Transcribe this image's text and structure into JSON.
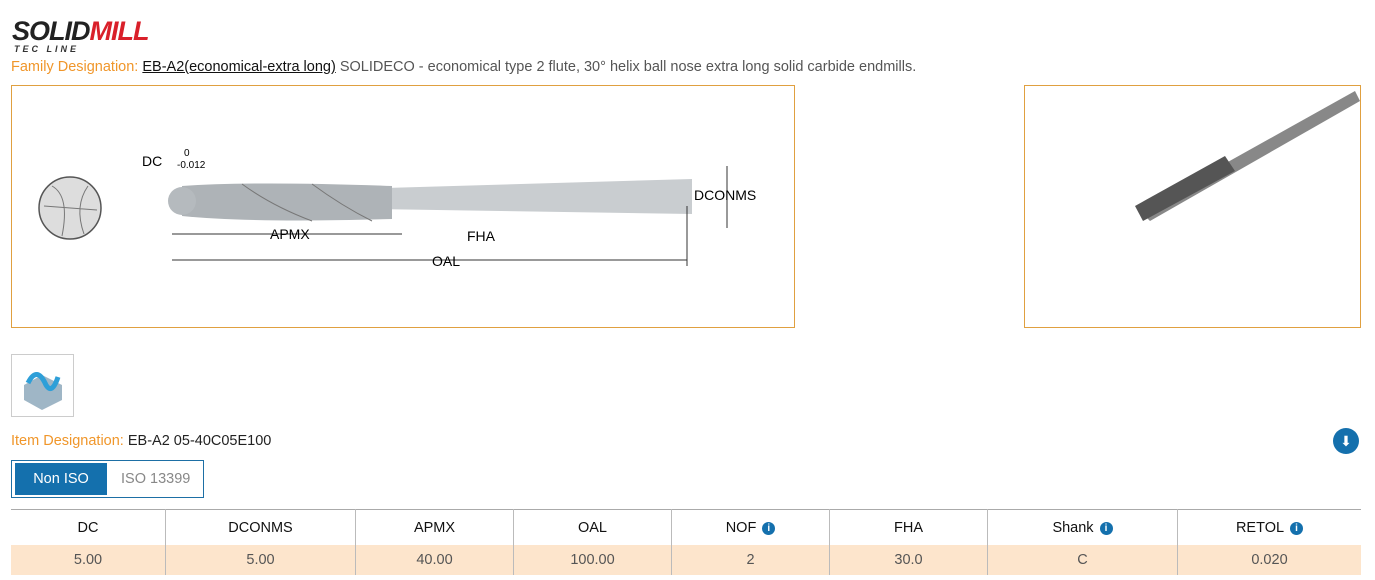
{
  "logo": {
    "main": "SOLID",
    "accent": "MILL",
    "sub": "TEC LINE"
  },
  "family": {
    "label": "Family Designation:",
    "code": "EB-A2(economical-extra long)",
    "description": "SOLIDECO - economical type 2 flute, 30° helix ball nose extra long solid carbide endmills."
  },
  "drawing": {
    "dc": "DC",
    "tol_upper": "0",
    "tol_lower": "-0.012",
    "dconms": "DCONMS",
    "apmx": "APMX",
    "fha": "FHA",
    "oal": "OAL"
  },
  "item": {
    "label": "Item Designation:",
    "value": "EB-A2 05-40C05E100"
  },
  "toggle": {
    "active": "Non ISO",
    "inactive": "ISO 13399"
  },
  "table": {
    "headers": [
      "DC",
      "DCONMS",
      "APMX",
      "OAL",
      "NOF",
      "FHA",
      "Shank",
      "RETOL"
    ],
    "info": [
      false,
      false,
      false,
      false,
      true,
      false,
      true,
      true
    ],
    "row": [
      "5.00",
      "5.00",
      "40.00",
      "100.00",
      "2",
      "30.0",
      "C",
      "0.020"
    ]
  },
  "colors": {
    "accent": "#f0962a",
    "primary": "#1470ad",
    "row": "#fde5cc"
  }
}
